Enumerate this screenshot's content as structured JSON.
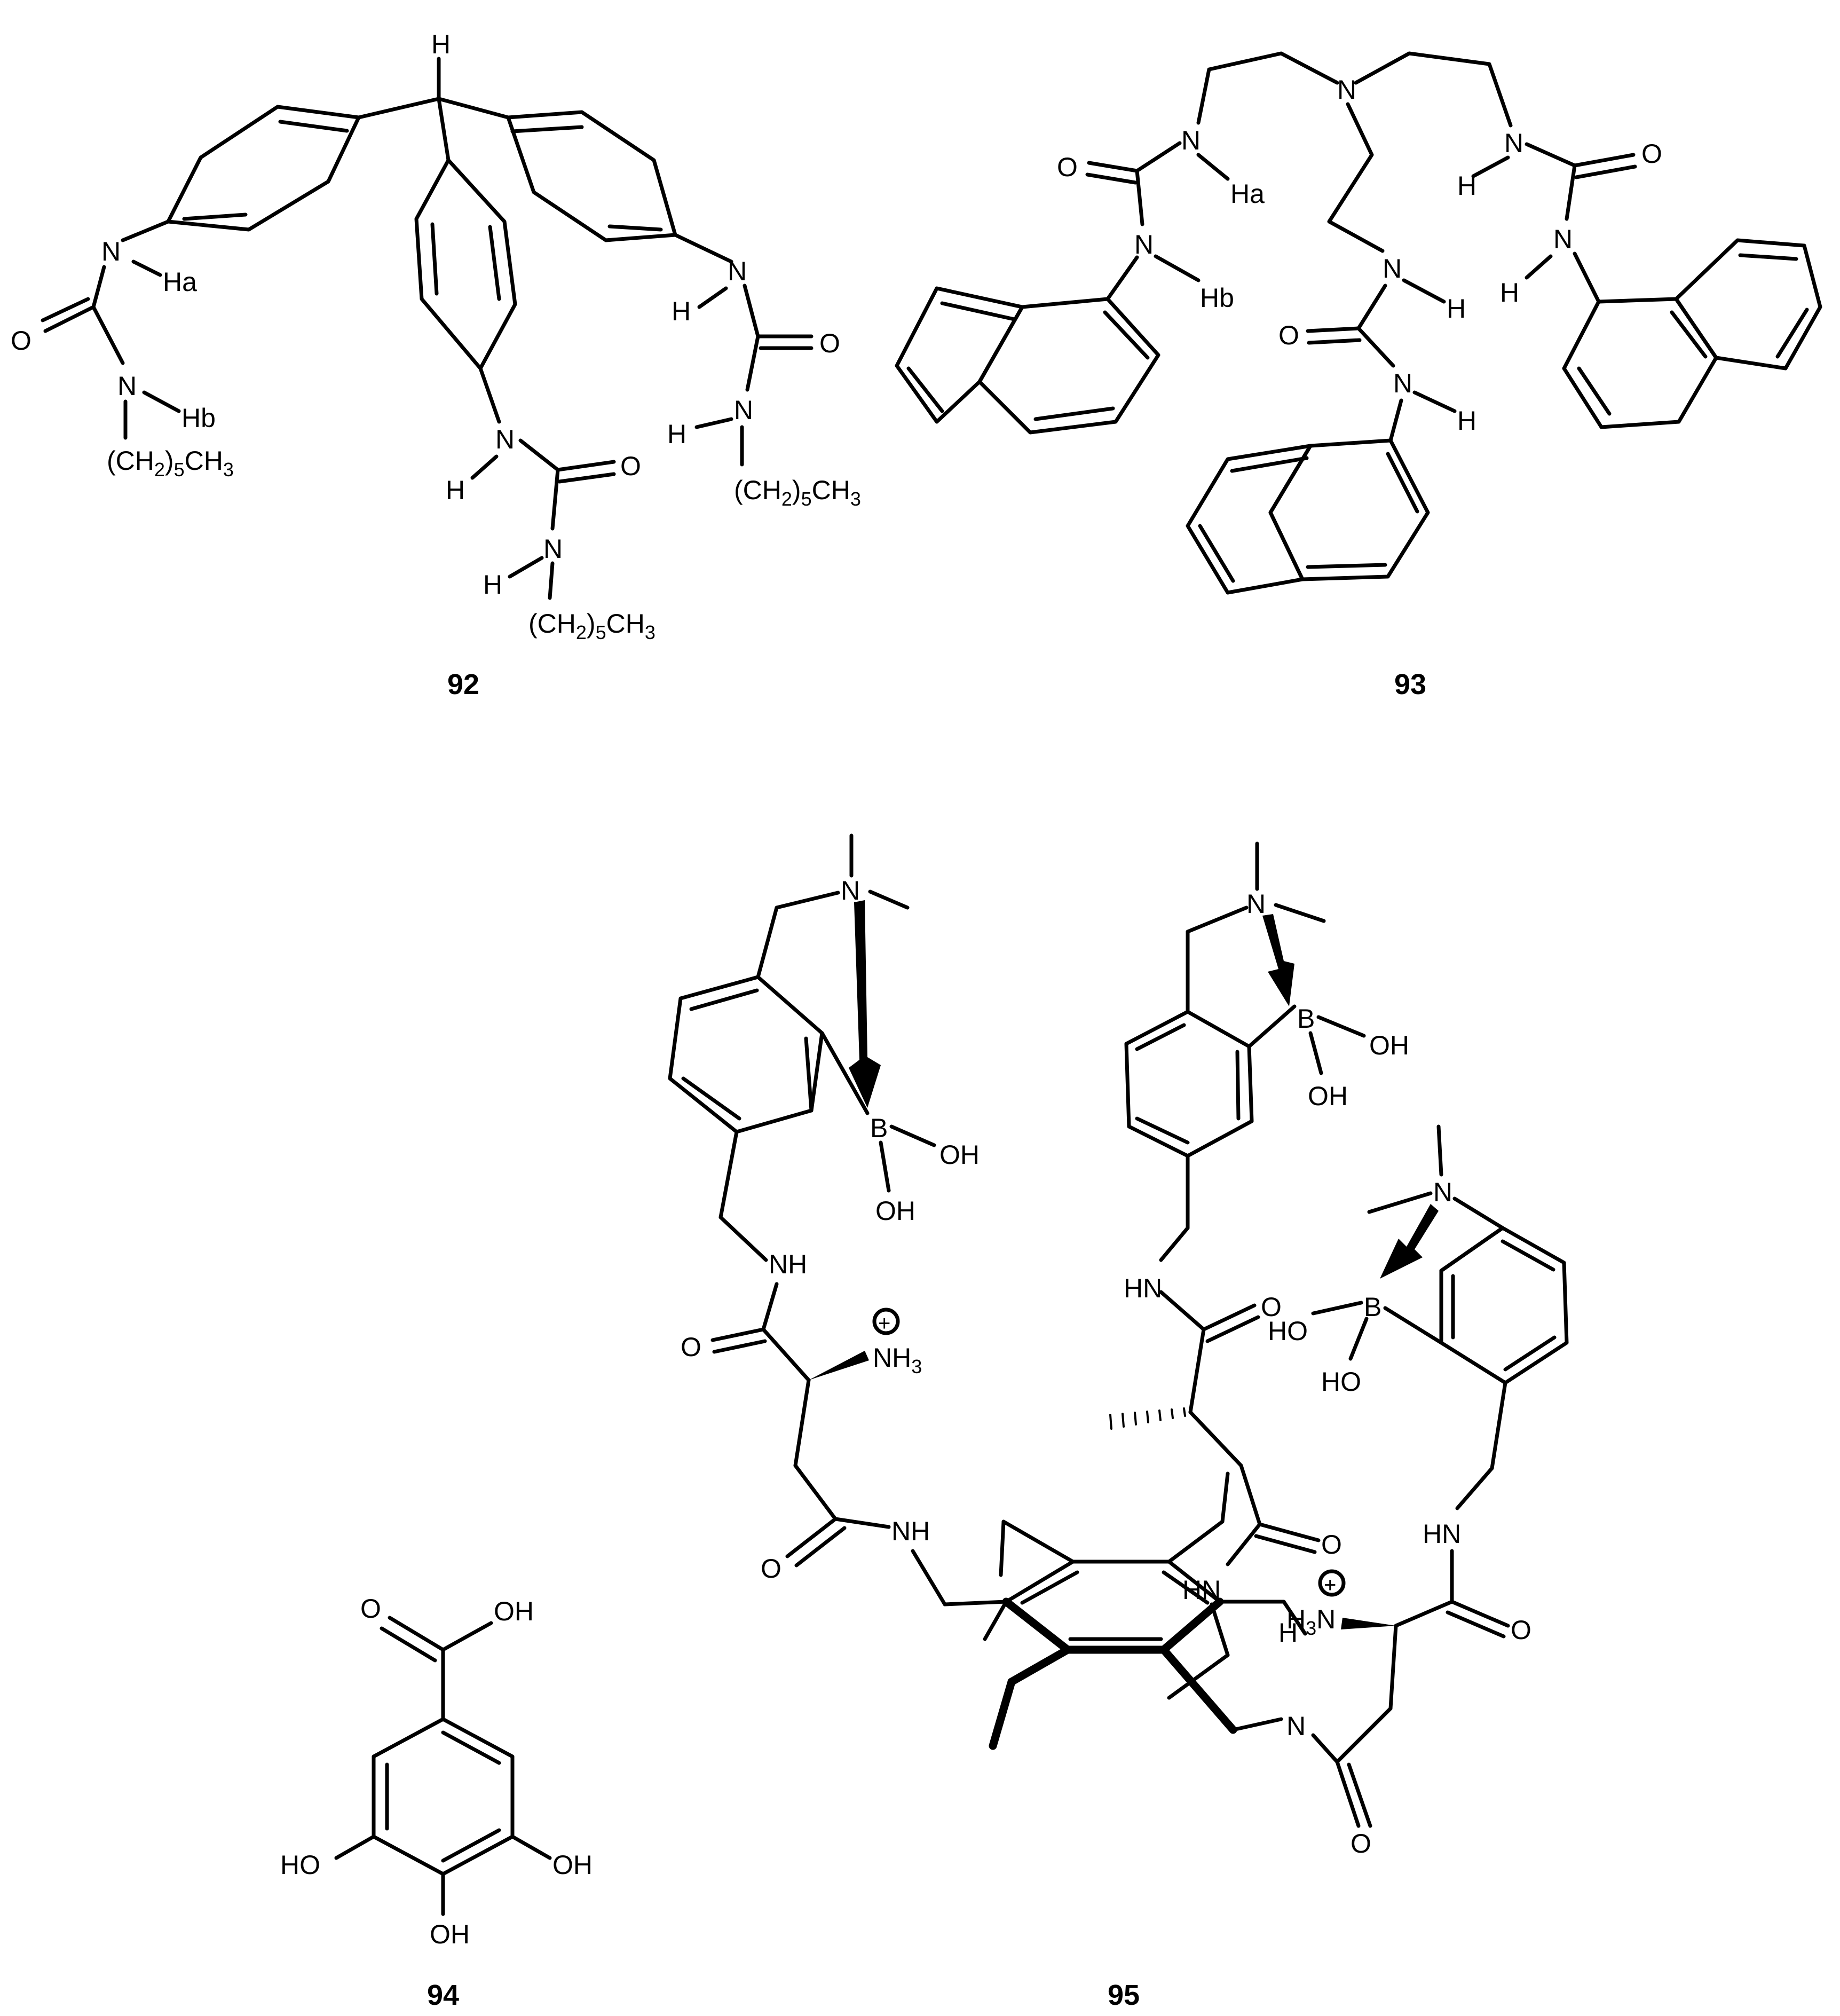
{
  "compounds": [
    {
      "id": "92",
      "label": "92"
    },
    {
      "id": "93",
      "label": "93"
    },
    {
      "id": "94",
      "label": "94"
    },
    {
      "id": "95",
      "label": "95"
    }
  ],
  "atoms": {
    "H": "H",
    "N": "N",
    "O": "O",
    "B": "B",
    "OH": "OH",
    "HO": "HO",
    "NH": "NH",
    "HN": "HN",
    "Ha": "Ha",
    "Hb": "Hb",
    "NH3": "NH",
    "NH3_sub": "3",
    "H3N_h": "H",
    "H3N_sub": "3",
    "H3N_n": "N",
    "chain_open": "(CH",
    "chain_sub2": "2",
    "chain_mid": ")",
    "chain_sub5": "5",
    "chain_end": "CH",
    "chain_sub3": "3",
    "plus": "+"
  }
}
